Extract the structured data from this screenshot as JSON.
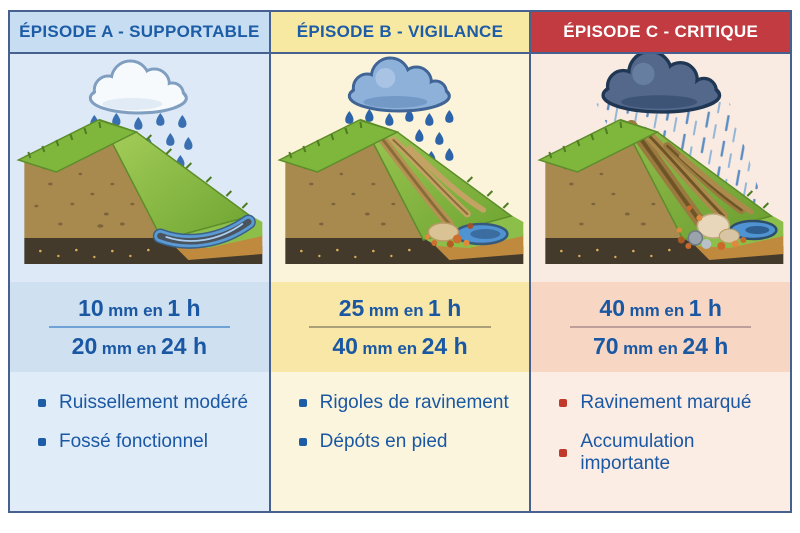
{
  "page": {
    "background": "#ffffff",
    "frame_border": "#46618f"
  },
  "columns": [
    {
      "key": "a",
      "title": "ÉPISODE A - SUPPORTABLE",
      "colors": {
        "header_bg": "#c7ddf1",
        "header_text": "#1d5ca6",
        "body_bg": "#dde9f6",
        "stats_bg": "#cfe1f0",
        "list_bg": "#e0ecf8",
        "bullet": "#1d5ca6",
        "divider": "#6fa3d8",
        "text": "#1b58a3"
      },
      "thresholds": [
        {
          "qty": "10",
          "unit": "mm en",
          "dur": "1 h"
        },
        {
          "qty": "20",
          "unit": "mm en",
          "dur": "24 h"
        }
      ],
      "observations": [
        "Ruissellement modéré",
        "Fossé fonctionnel"
      ],
      "illustration": "Pluie modérée : nuage clair au-dessus d'un talus enherbé, fossé fonctionnel en pied"
    },
    {
      "key": "b",
      "title": "ÉPISODE B - VIGILANCE",
      "colors": {
        "header_bg": "#f8e9a2",
        "header_text": "#1d5ca6",
        "body_bg": "#fbf4da",
        "stats_bg": "#f8e7a6",
        "list_bg": "#fbf5dd",
        "bullet": "#1d5ca6",
        "divider": "#aaa079",
        "text": "#1b58a3"
      },
      "thresholds": [
        {
          "qty": "25",
          "unit": "mm en",
          "dur": "1 h"
        },
        {
          "qty": "40",
          "unit": "mm en",
          "dur": "24 h"
        }
      ],
      "observations": [
        "Rigoles de ravinement",
        "Dépóts en pied"
      ],
      "illustration": "Pluie soutenue : nuage bleu, rigoles de ravinement sur le talus et dépôts en pied"
    },
    {
      "key": "c",
      "title": "ÉPISODE C - CRITIQUE",
      "colors": {
        "header_bg": "#c23b40",
        "header_text": "#ffffff",
        "body_bg": "#f9eae2",
        "stats_bg": "#f7d7c3",
        "list_bg": "#fbece4",
        "bullet": "#c0392b",
        "divider": "#bd9e99",
        "text": "#1b58a3"
      },
      "thresholds": [
        {
          "qty": "40",
          "unit": "mm en",
          "dur": "1 h"
        },
        {
          "qty": "70",
          "unit": "mm en",
          "dur": "24 h"
        }
      ],
      "observations": [
        "Ravinement marqué",
        "Accumulation importante"
      ],
      "illustration": "Orage critique : nuage sombre, ravinement marqué et accumulation importante de blocs en pied"
    }
  ]
}
